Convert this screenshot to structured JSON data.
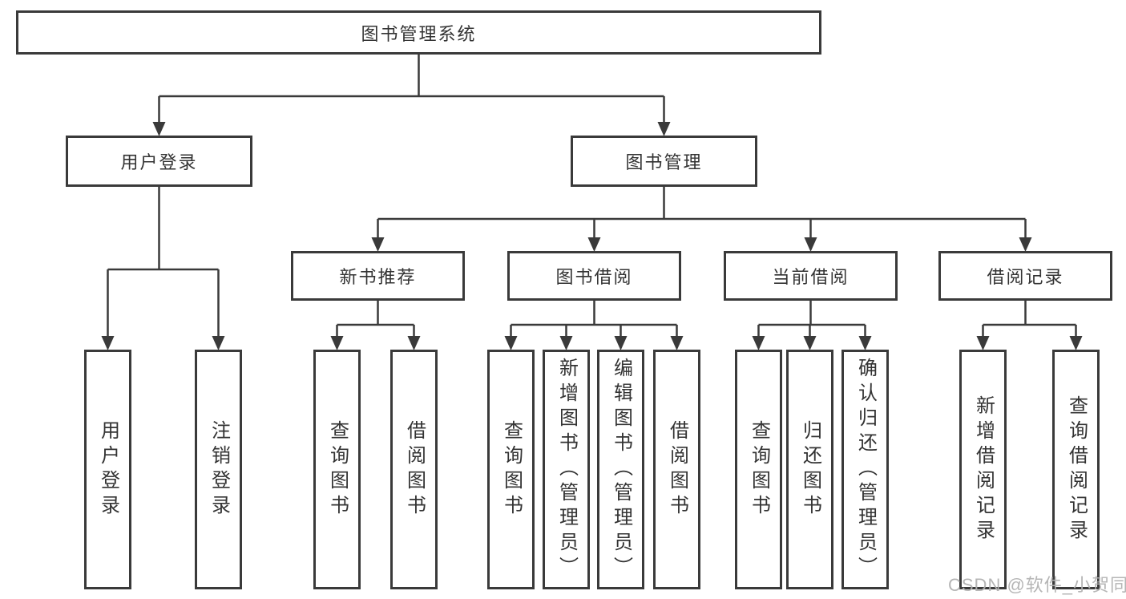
{
  "diagram": {
    "title": "图书管理系统",
    "nodes": {
      "root": {
        "label": "图书管理系统"
      },
      "user_login": {
        "label": "用户登录",
        "children": [
          {
            "label": "用户登录"
          },
          {
            "label": "注销登录"
          }
        ]
      },
      "book_management": {
        "label": "图书管理",
        "children_labels": [
          "新书推荐",
          "图书借阅",
          "当前借阅",
          "借阅记录"
        ]
      },
      "new_book_recommend": {
        "label": "新书推荐",
        "children": [
          {
            "label": "查询图书"
          },
          {
            "label": "借阅图书"
          }
        ]
      },
      "book_borrow": {
        "label": "图书借阅",
        "children": [
          {
            "label": "查询图书"
          },
          {
            "label": "新增图书（管理员）"
          },
          {
            "label": "编辑图书（管理员）"
          },
          {
            "label": "借阅图书"
          }
        ]
      },
      "current_borrow": {
        "label": "当前借阅",
        "children": [
          {
            "label": "查询图书"
          },
          {
            "label": "归还图书"
          },
          {
            "label": "确认归还（管理员）"
          }
        ]
      },
      "borrow_records": {
        "label": "借阅记录",
        "children": [
          {
            "label": "新增借阅记录"
          },
          {
            "label": "查询借阅记录"
          }
        ]
      }
    },
    "watermark": "CSDN @软件_小贺同学",
    "colors": {
      "line": "#3a3a3a",
      "box_border": "#3a3a3a",
      "text": "#333333",
      "watermark": "#b1b1b1",
      "background": "#ffffff"
    }
  }
}
